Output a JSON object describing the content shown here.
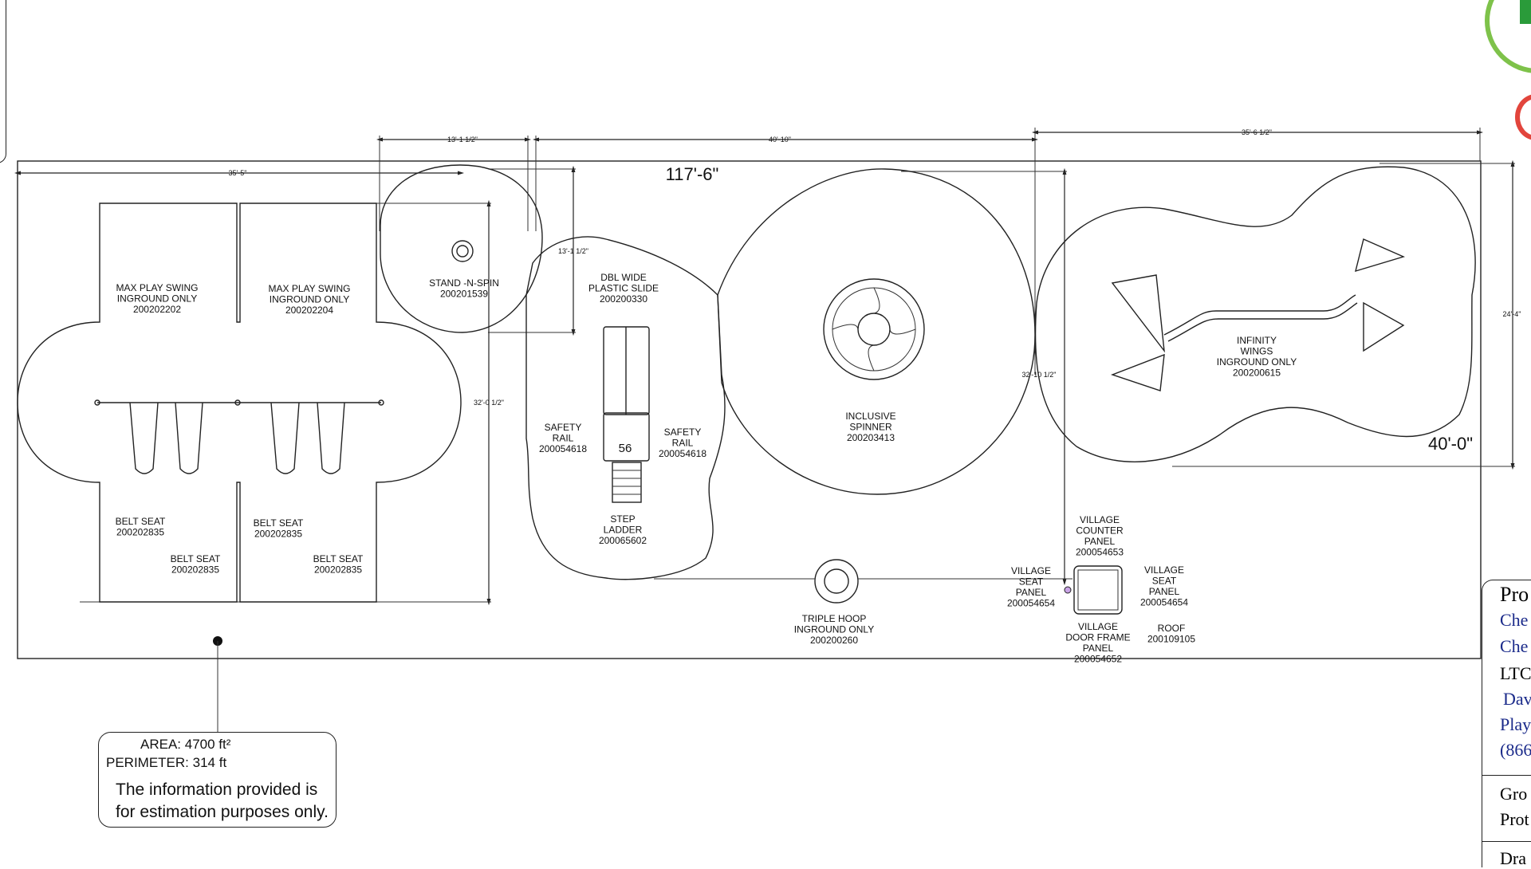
{
  "labels": {
    "overall_length": "117'-6\"",
    "overall_width": "40'-0\"",
    "dim_left_width": "35'-5\"",
    "dim_spin_width": "13'-1 1/2\"",
    "dim_middle_width": "40'-10\"",
    "dim_right_width": "35'-6 1/2\"",
    "dim_spin_depth": "13'-1 1/2\"",
    "dim_swing_depth": "32'-0 1/2\"",
    "dim_village_depth": "32'-10 1/2\"",
    "dim_wings_depth": "24'-4\""
  },
  "components": {
    "swing1": [
      "MAX PLAY SWING",
      "INGROUND ONLY",
      "200202202"
    ],
    "swing2": [
      "MAX PLAY SWING",
      "INGROUND ONLY",
      "200202204"
    ],
    "belt1": [
      "BELT SEAT",
      "200202835"
    ],
    "belt2": [
      "BELT SEAT",
      "200202835"
    ],
    "belt3": [
      "BELT SEAT",
      "200202835"
    ],
    "belt4": [
      "BELT SEAT",
      "200202835"
    ],
    "spin": [
      "STAND -N-SPIN",
      "200201539"
    ],
    "slide": [
      "DBL WIDE",
      "PLASTIC SLIDE",
      "200200330"
    ],
    "rail_left": [
      "SAFETY",
      "RAIL",
      "200054618"
    ],
    "rail_right": [
      "SAFETY",
      "RAIL",
      "200054618"
    ],
    "deck_number": "56",
    "ladder": [
      "STEP",
      "LADDER",
      "200065602"
    ],
    "spinner": [
      "INCLUSIVE",
      "SPINNER",
      "200203413"
    ],
    "hoop": [
      "TRIPLE HOOP",
      "INGROUND ONLY",
      "200200260"
    ],
    "wings": [
      "INFINITY",
      "WINGS",
      "INGROUND ONLY",
      "200200615"
    ],
    "village_counter": [
      "VILLAGE",
      "COUNTER",
      "PANEL",
      "200054653"
    ],
    "village_seat_left": [
      "VILLAGE",
      "SEAT",
      "PANEL",
      "200054654"
    ],
    "village_seat_right": [
      "VILLAGE",
      "SEAT",
      "PANEL",
      "200054654"
    ],
    "village_door": [
      "VILLAGE",
      "DOOR FRAME",
      "PANEL",
      "200054652"
    ],
    "roof": [
      "ROOF",
      "200109105"
    ]
  },
  "info": {
    "area_key": "AREA:",
    "area_value": "4700 ft²",
    "perimeter_key": "PERIMETER:",
    "perimeter_value": "314 ft",
    "note": "The information provided is for estimation purposes only."
  },
  "title_block": {
    "lines": [
      "Pro",
      "Che",
      "Che",
      "LTC",
      "Dav",
      "Play",
      "(866",
      "Gro",
      "Prot",
      "Dra"
    ],
    "link_color": "#1a2a8a"
  },
  "colors": {
    "logo_green": "#7ec24a",
    "logo_dark_green": "#2a9b3a",
    "logo_red": "#e2453c"
  }
}
